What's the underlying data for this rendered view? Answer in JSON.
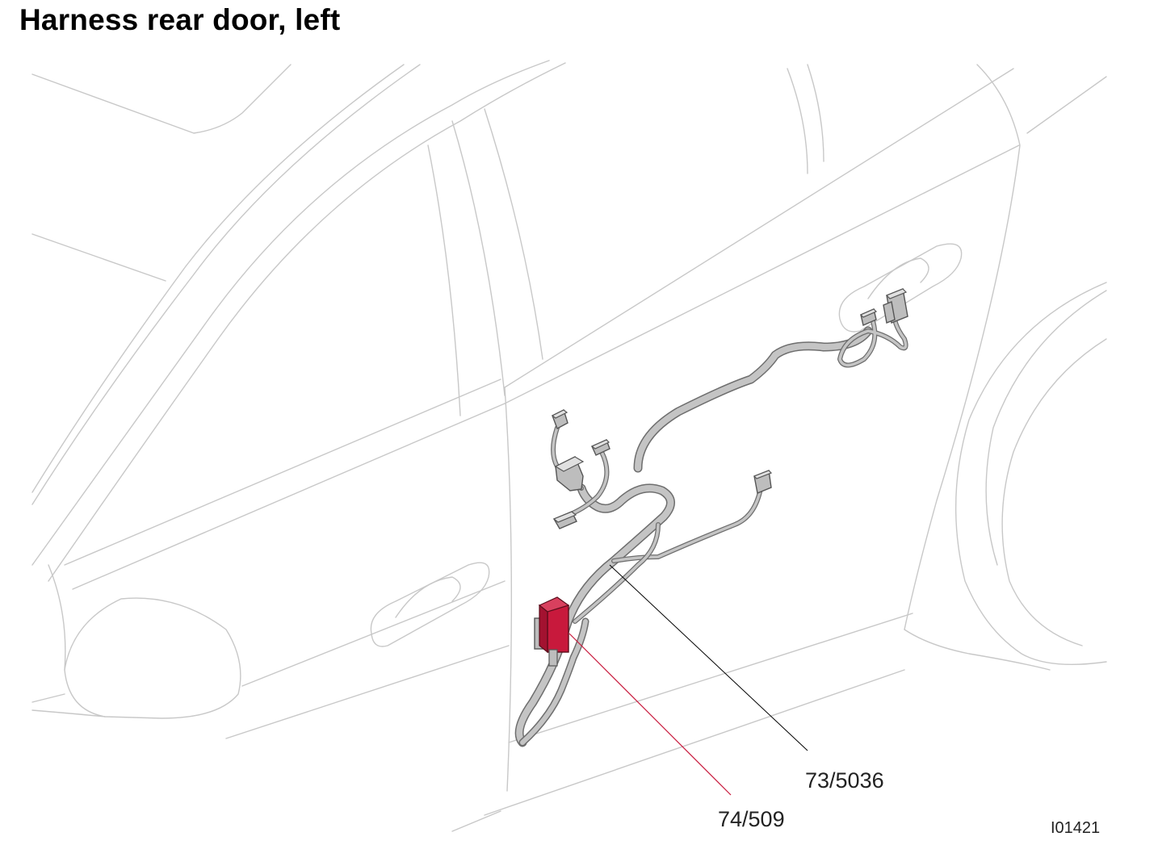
{
  "title": "Harness rear door, left",
  "callouts": [
    {
      "id": "harness",
      "label": "73/5036"
    },
    {
      "id": "connector",
      "label": "74/509"
    }
  ],
  "figure_id": "I01421",
  "colors": {
    "highlight": "#c8193c",
    "callout_highlight_line": "#c8193c",
    "callout_line": "#000000",
    "body_outline": "#c8c8c8",
    "harness": "#c4c4c4"
  }
}
